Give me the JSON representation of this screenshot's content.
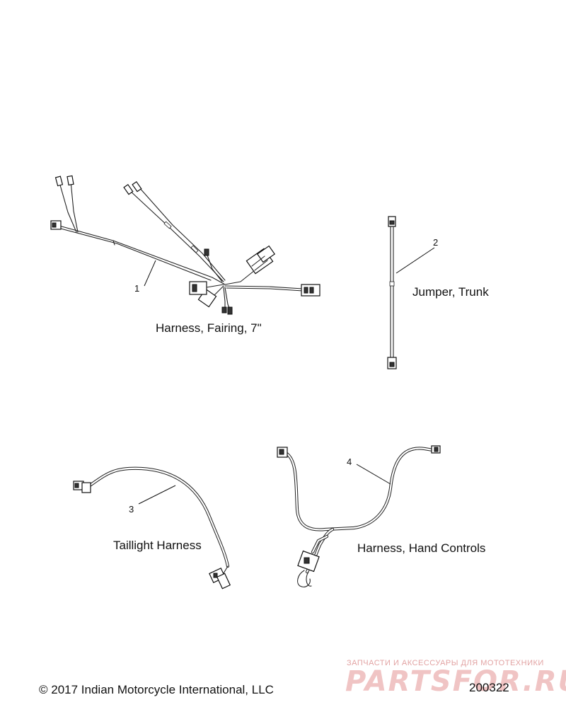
{
  "parts": [
    {
      "number": "1",
      "label": "Harness, Fairing, 7\""
    },
    {
      "number": "2",
      "label": "Jumper, Trunk"
    },
    {
      "number": "3",
      "label": "Taillight Harness"
    },
    {
      "number": "4",
      "label": "Harness, Hand Controls"
    }
  ],
  "footer": {
    "copyright": "© 2017 Indian Motorcycle International, LLC",
    "diagram_code": "200322"
  },
  "watermark": {
    "tagline": "ЗАПЧАСТИ И АКСЕССУАРЫ ДЛЯ МОТОТЕХНИКИ",
    "brand": "PARTSFOR.RU"
  },
  "colors": {
    "line": "#222222",
    "watermark": "#e2a3a3"
  }
}
